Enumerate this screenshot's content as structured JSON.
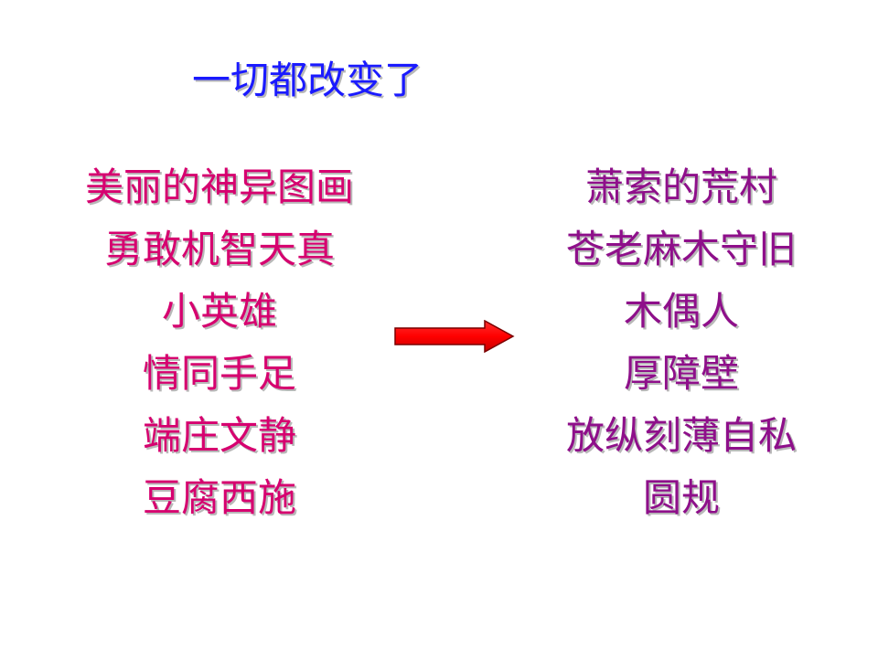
{
  "slide": {
    "title": "一切都改变了",
    "before": [
      "美丽的神异图画",
      "勇敢机智天真",
      "小英雄",
      "情同手足",
      "端庄文静",
      "豆腐西施"
    ],
    "after": [
      "萧索的荒村",
      "苍老麻木守旧",
      "木偶人",
      "厚障壁",
      "放纵刻薄自私",
      "圆规"
    ],
    "colors": {
      "title": "#1a1aff",
      "before": "#d6006f",
      "after": "#8e0f8a",
      "arrow": "#ff0000"
    },
    "icons": {
      "arrow": "right-arrow-icon"
    }
  }
}
